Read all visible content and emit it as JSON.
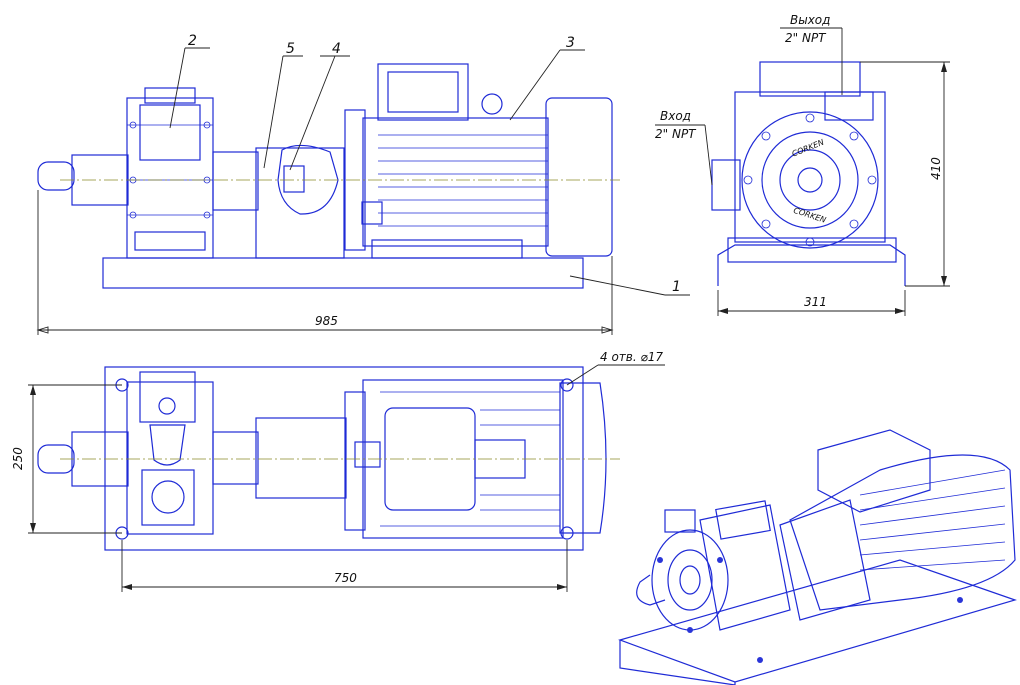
{
  "labels": {
    "part_1": "1",
    "part_2": "2",
    "part_3": "3",
    "part_4": "4",
    "part_5": "5"
  },
  "dimensions": {
    "overall_length": "985",
    "base_hole_spacing": "750",
    "base_width": "250",
    "front_width": "311",
    "front_height": "410",
    "holes": "4 отв. ⌀17"
  },
  "ports": {
    "outlet_name": "Выход",
    "outlet_size": "2\" NPT",
    "inlet_name": "Вход",
    "inlet_size": "2\" NPT"
  },
  "brand": "CORKEN",
  "colors": {
    "line": "#1f2bd6",
    "dimension": "#222222",
    "axis": "#8a8a2a"
  }
}
